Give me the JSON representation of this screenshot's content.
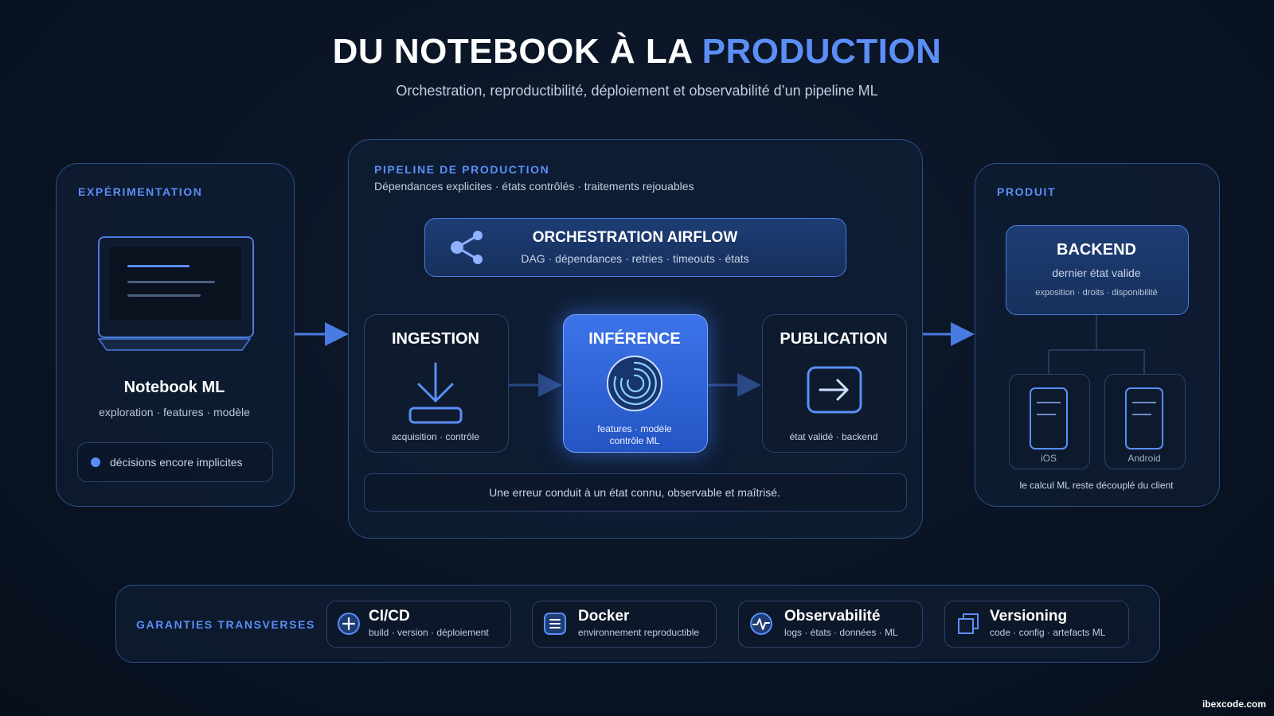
{
  "title": {
    "part1": "DU NOTEBOOK À LA ",
    "highlight": "PRODUCTION"
  },
  "subtitle": "Orchestration, reproductibilité, déploiement et observabilité d’un pipeline ML",
  "experimentation": {
    "label": "EXPÉRIMENTATION",
    "notebook_title": "Notebook ML",
    "notebook_sub": "exploration · features · modèle",
    "note": "décisions encore implicites"
  },
  "pipeline": {
    "label": "PIPELINE DE PRODUCTION",
    "sub": "Dépendances explicites · états contrôlés · traitements rejouables",
    "airflow_title": "ORCHESTRATION AIRFLOW",
    "airflow_sub": "DAG · dépendances · retries · timeouts · états",
    "stages": [
      {
        "title": "INGESTION",
        "caption": "acquisition · contrôle"
      },
      {
        "title": "INFÉRENCE",
        "caption": "features · modèle",
        "caption2": "contrôle ML"
      },
      {
        "title": "PUBLICATION",
        "caption": "état validé · backend"
      }
    ],
    "error_note": "Une erreur conduit à un état connu, observable et maîtrisé."
  },
  "product": {
    "label": "PRODUIT",
    "backend_title": "BACKEND",
    "backend_sub": "dernier état valide",
    "backend_sub2": "exposition · droits · disponibilité",
    "devices": [
      "iOS",
      "Android"
    ],
    "footer": "le calcul ML reste découplé du client"
  },
  "guarantees": {
    "label": "GARANTIES TRANSVERSES",
    "items": [
      {
        "title": "CI/CD",
        "sub": "build · version · déploiement",
        "icon": "plus-circle-icon"
      },
      {
        "title": "Docker",
        "sub": "environnement reproductible",
        "icon": "container-icon"
      },
      {
        "title": "Observabilité",
        "sub": "logs · états · données · ML",
        "icon": "pulse-icon"
      },
      {
        "title": "Versioning",
        "sub": "code · config · artefacts ML",
        "icon": "copy-icon"
      }
    ]
  },
  "footer_brand": "ibexcode.com",
  "colors": {
    "accent": "#5b8ef7",
    "background": "#0a1424",
    "panel_border": "#2c4f86"
  }
}
